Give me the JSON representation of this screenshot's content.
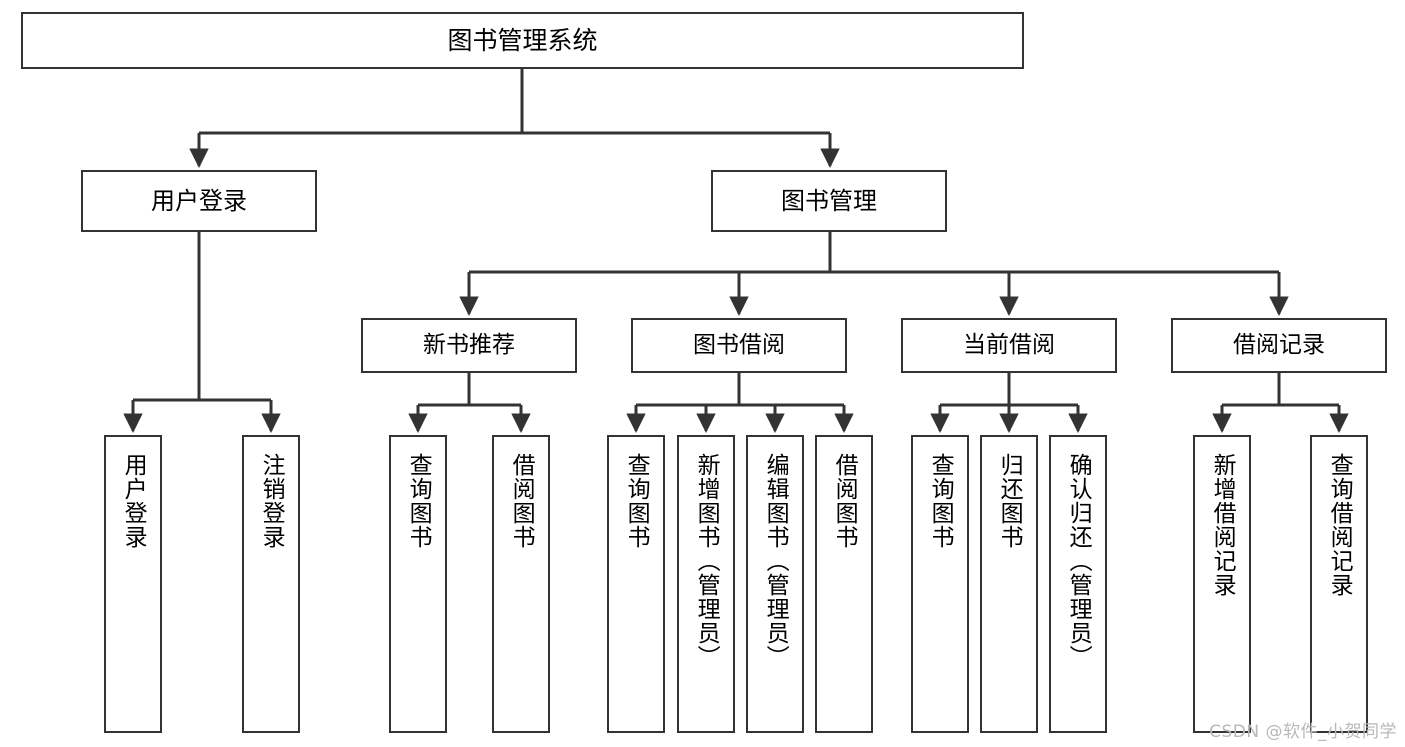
{
  "diagram": {
    "title": "图书管理系统",
    "type": "tree-hierarchy-diagram",
    "watermark": "CSDN @软件_小贺同学",
    "colors": {
      "box_border": "#333333",
      "box_fill": "#ffffff",
      "edge": "#333333",
      "text": "#000000",
      "watermark": "#b8b8b8"
    },
    "root": {
      "label": "图书管理系统"
    },
    "level2": [
      {
        "id": "user-login",
        "label": "用户登录"
      },
      {
        "id": "book-manage",
        "label": "图书管理"
      }
    ],
    "level3": [
      {
        "id": "new-book-recommend",
        "label": "新书推荐",
        "parent": "book-manage"
      },
      {
        "id": "book-borrow",
        "label": "图书借阅",
        "parent": "book-manage"
      },
      {
        "id": "current-borrow",
        "label": "当前借阅",
        "parent": "book-manage"
      },
      {
        "id": "borrow-record",
        "label": "借阅记录",
        "parent": "book-manage"
      }
    ],
    "leaves": [
      {
        "id": "leaf-user-login",
        "label": "用户登录",
        "parent": "user-login"
      },
      {
        "id": "leaf-logout-login",
        "label": "注销登录",
        "parent": "user-login"
      },
      {
        "id": "leaf-query-book-1",
        "label": "查询图书",
        "parent": "new-book-recommend"
      },
      {
        "id": "leaf-borrow-book-1",
        "label": "借阅图书",
        "parent": "new-book-recommend"
      },
      {
        "id": "leaf-query-book-2",
        "label": "查询图书",
        "parent": "book-borrow"
      },
      {
        "id": "leaf-add-book",
        "label": "新增图书（管理员）",
        "parent": "book-borrow"
      },
      {
        "id": "leaf-edit-book",
        "label": "编辑图书（管理员）",
        "parent": "book-borrow"
      },
      {
        "id": "leaf-borrow-book-2",
        "label": "借阅图书",
        "parent": "book-borrow"
      },
      {
        "id": "leaf-query-book-3",
        "label": "查询图书",
        "parent": "current-borrow"
      },
      {
        "id": "leaf-return-book",
        "label": "归还图书",
        "parent": "current-borrow"
      },
      {
        "id": "leaf-confirm-return",
        "label": "确认归还（管理员）",
        "parent": "current-borrow"
      },
      {
        "id": "leaf-add-record",
        "label": "新增借阅记录",
        "parent": "borrow-record"
      },
      {
        "id": "leaf-query-record",
        "label": "查询借阅记录",
        "parent": "borrow-record"
      }
    ]
  }
}
